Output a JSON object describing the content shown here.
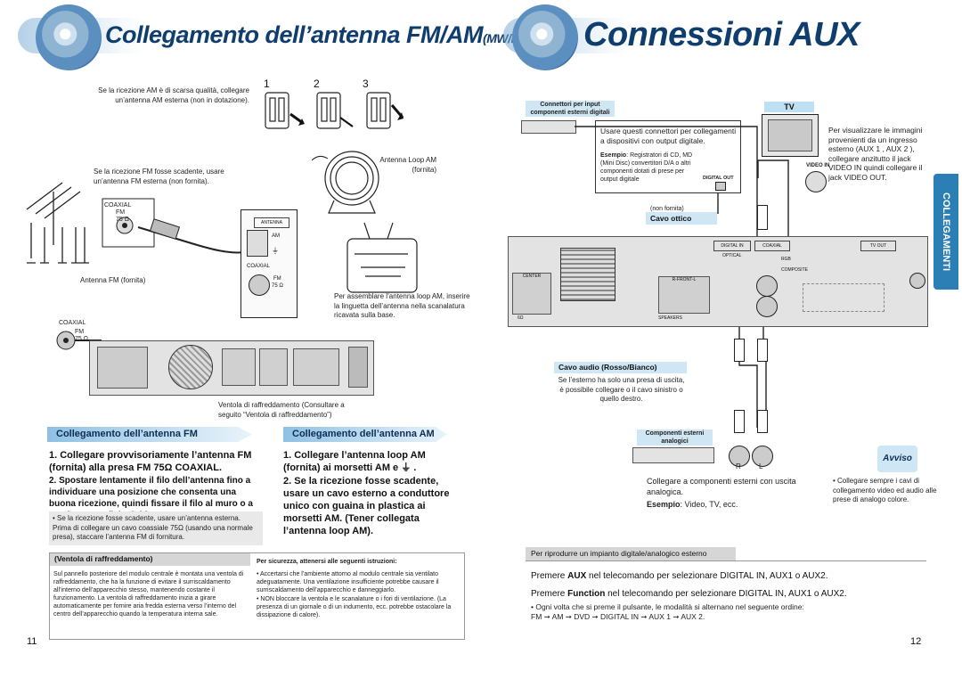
{
  "left": {
    "title_main": "Collegamento dell’antenna FM/AM",
    "title_small": "(MW/LW)",
    "note_am": "Se la ricezione AM è di scarsa qualità, collegare un’antenna AM esterna (non in dotazione).",
    "steps_numbers": [
      "1",
      "2",
      "3"
    ],
    "label_loop": "Antenna Loop AM (fornita)",
    "note_fm": "Se la ricezione FM fosse scadente, usare un’antenna FM esterna (non fornita).",
    "label_fm_antenna": "Antenna FM (fornita)",
    "coaxial_label": "COAXIAL",
    "fm_label": "FM",
    "ohm_label": "75 Ω",
    "panel_antenna": "ANTENNA",
    "panel_am": "AM",
    "panel_coaxial": "COAXIAL",
    "panel_fm": "FM",
    "panel_ohm": "75 Ω",
    "assemble_note": "Per assemblare l’antenna loop AM, inserire la linguetta dell’antenna nella scanalatura ricavata sulla base.",
    "fan_note": "Ventola di raffreddamento (Consultare a seguito “Ventola di raffreddamento”)",
    "section_fm": {
      "title": "Collegamento dell’antenna FM",
      "step1": "1. Collegare provvisoriamente l’antenna FM (fornita) alla presa FM 75Ω COAXIAL.",
      "step2": "2. Spostare lentamente il filo dell’antenna fino a individuare una posizione che consenta una buona ricezione, quindi fissare il filo al muro o a un’altra superficie rigida.",
      "note": "• Se la ricezione fosse scadente, usare un’antenna esterna. Prima di collegare un cavo coassiale 75Ω (usando una normale presa), staccare l’antenna FM di fornitura."
    },
    "section_am": {
      "title": "Collegamento dell’antenna AM",
      "step1": "1. Collegare l’antenna loop AM (fornita) ai morsetti AM e ⏚ .",
      "step2": "2. Se la ricezione fosse scadente, usare un cavo esterno a conduttore unico con guaina in plastica ai morsetti AM. (Tener collegata l’antenna loop AM)."
    },
    "fan_box": {
      "title": "(Ventola di raffreddamento)",
      "text": "Sul pannello posteriore del modulo centrale è montata una ventola di raffreddamento, che ha la funzione di evitare il surriscaldamento all’interno dell’apparecchio stesso, mantenendo costante il funzionamento. La ventola di raffreddamento inizia a girare automaticamente per fornire aria fredda esterna verso l’interno del centro dell’apparecchio quando la temperatura interna sale.",
      "safety_title": "Per sicurezza, attenersi alle seguenti istruzioni:",
      "safety1": "• Accertarsi che l’ambiente attorno al modulo centrale sia ventilato adeguatamente. Una ventilazione insufficiente potrebbe causare il surriscaldamento dell’apparecchio e danneggiarlo.",
      "safety2": "• NON bloccare la ventola e le scanalature o i fori di ventilazione. (La presenza di un giornale o di un indumento, ecc. potrebbe ostacolare la dissipazione di calore)."
    },
    "page_number": "11"
  },
  "right": {
    "title": "Connessioni AUX",
    "side_tab": "COLLEGAMENTI",
    "digital_connectors": "Connettori per input componenti esterni digitali",
    "tv_label": "TV",
    "digital_note": "Usare questi connettori per collegamenti a dispositivi con output digitale.",
    "example_label": "Esempio",
    "example_text": ": Registratori di CD, MD (Mini Disc) convertitori D/A o altri componenti dotati di prese per output digitale",
    "digital_out": "DIGITAL OUT",
    "not_supplied": "(non fornita)",
    "optical_cable": "Cavo ottico",
    "video_in": "VIDEO IN",
    "tv_note": "Per visualizzare le immagini provenienti da un ingresso esterno (AUX 1 , AUX 2 ), collegare anzitutto il jack VIDEO IN quindi collegare il jack VIDEO OUT.",
    "audio_cable": "Cavo audio (Rosso/Bianco)",
    "audio_note": "Se l’esterno ha solo una presa di uscita, è possibile collegare o il cavo sinistro o quello destro.",
    "external_components": "Componenti esterni analogici",
    "r_label": "R",
    "l_label": "L",
    "analog_note": "Collegare a componenti esterni con uscita analogica.",
    "analog_example_label": "Esempio",
    "analog_example": ": Video, TV, ecc.",
    "warning_badge": "Avviso",
    "warning_text": "• Collegare sempre i cavi di collegamento video ed audio alle prese di analogo colore.",
    "panel": {
      "digital_in": "DIGITAL IN",
      "optical": "OPTICAL",
      "rgb": "RGB",
      "composite": "COMPOSITE",
      "tv_out": "TV OUT",
      "center": "CENTER",
      "front": "R-FRONT-L",
      "speakers": "SPEAKERS",
      "coaxial": "COAXIAL",
      "ohm6": "6Ω"
    },
    "playback_bar": "Per riprodurre un impianto digitale/analogico esterno",
    "press1_pre": "Premere ",
    "press1_key": "AUX",
    "press1_post": " nel telecomando per selezionare DIGITAL IN, AUX1 o AUX2.",
    "press2_pre": "Premere ",
    "press2_key": "Function",
    "press2_post": " nel telecomando per selezionare DIGITAL IN, AUX1 o AUX2.",
    "cycle_note": "• Ogni volta che si preme il pulsante, le modalità si alternano nel seguente ordine:",
    "cycle_order": "FM ➞ AM ➞ DVD ➞ DIGITAL IN ➞ AUX 1 ➞ AUX 2.",
    "page_number": "12"
  }
}
